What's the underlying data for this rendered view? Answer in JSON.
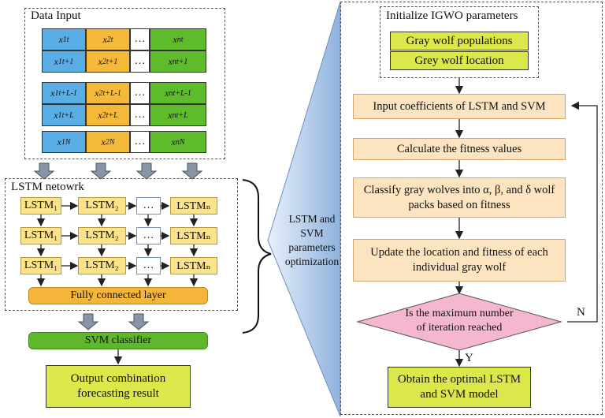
{
  "data_input": {
    "title": "Data Input",
    "rows": [
      [
        "x1t",
        "x2t",
        "…",
        "xnt"
      ],
      [
        "x1t+1",
        "x2t+1",
        "…",
        "xnt+1"
      ],
      [
        "x1t+L-1",
        "x2t+L-1",
        "…",
        "xnt+L-1"
      ],
      [
        "x1t+L",
        "x2t+L",
        "…",
        "xnt+L"
      ],
      [
        "x1N",
        "x2N",
        "…",
        "xnN"
      ]
    ]
  },
  "cells": {
    "r1": [
      {
        "b": "x",
        "sub": "1",
        "sup": "t"
      },
      {
        "b": "x",
        "sub": "2",
        "sup": "t"
      },
      {
        "b": "x",
        "sub": "n",
        "sup": "t"
      }
    ],
    "r2": [
      {
        "b": "x",
        "sub": "1",
        "sup": "t+1"
      },
      {
        "b": "x",
        "sub": "2",
        "sup": "t+1"
      },
      {
        "b": "x",
        "sub": "n",
        "sup": "t+1"
      }
    ],
    "r3": [
      {
        "b": "x",
        "sub": "1",
        "sup": "t+L-1"
      },
      {
        "b": "x",
        "sub": "2",
        "sup": "t+L-1"
      },
      {
        "b": "x",
        "sub": "n",
        "sup": "t+L-1"
      }
    ],
    "r4": [
      {
        "b": "x",
        "sub": "1",
        "sup": "t+L"
      },
      {
        "b": "x",
        "sub": "2",
        "sup": "t+L"
      },
      {
        "b": "x",
        "sub": "n",
        "sup": "t+L"
      }
    ],
    "r5": [
      {
        "b": "x",
        "sub": "1",
        "sup": "N"
      },
      {
        "b": "x",
        "sub": "2",
        "sup": "N"
      },
      {
        "b": "x",
        "sub": "n",
        "sup": "N"
      }
    ]
  },
  "dots": "…",
  "lstm_network": {
    "title": "LSTM netowrk",
    "unit1": "LSTM₁",
    "unit2": "LSTM₂",
    "unitn": "LSTMₙ",
    "dots": "…",
    "fc_layer": "Fully connected layer"
  },
  "svm_classifier": "SVM classifier",
  "output": "Output combination forecasting result",
  "optimization_label": "LSTM and SVM parameters optimization",
  "igwo": {
    "title": "Initialize IGWO parameters",
    "populations": "Gray wolf populations",
    "location": "Grey wolf location",
    "step1": "Input coefficients of LSTM and SVM",
    "step2": "Calculate the fitness values",
    "step3": "Classify gray wolves into α, β, and δ wolf packs based on fitness",
    "step4": "Update the location and fitness of each individual gray wolf",
    "decision": "Is the maximum number of iteration reached",
    "no": "N",
    "yes": "Y",
    "final": "Obtain the optimal LSTM and SVM model"
  },
  "colors": {
    "blue": "#5aaee6",
    "orange": "#f5b93a",
    "green": "#5dbb2c",
    "lstm_unit": "#fbe38c",
    "step_fill": "#fde4c0",
    "decision_fill": "#f4b7cf",
    "wedge": "#a9c3e6"
  }
}
